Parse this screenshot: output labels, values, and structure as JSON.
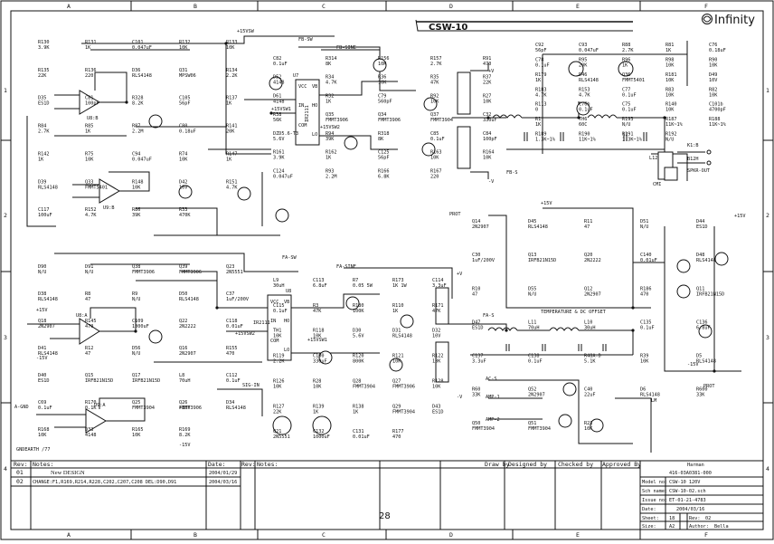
{
  "frame": {
    "columns": [
      "A",
      "B",
      "C",
      "D",
      "E",
      "F"
    ],
    "rows": [
      "1",
      "2",
      "3",
      "4"
    ]
  },
  "title_tab": "CSW-10",
  "brand": "Infinity",
  "section_labels": {
    "fb_sw": "FB-SW",
    "fb_sine": "FB-SINE",
    "fa_sw": "FA-SW",
    "fa_sine": "FA-SINE",
    "fb_s": "FB-S",
    "fa_s": "FA-S",
    "temp_dc": "TEMPERATURE & DC OFFSET",
    "cmi": "CMI",
    "spkr_out": "SPKR-OUT",
    "k1": "K1:B",
    "k1b": "B12H",
    "l12": "L12",
    "prot_left": "PROT",
    "prot_right": "PROT",
    "a_gnd": "A-GND",
    "gndearth": "GNDEARTH /77",
    "sig_in": "SIG-IN",
    "ac_s": "AC-S",
    "amp1": "AMP-1",
    "amp2": "AMP-2",
    "lm": "LM",
    "hv_rail": "+15VSW",
    "sw1": "+15VSW1",
    "sw2": "+15VSW2",
    "pos15": "+15V",
    "neg15": "-15V",
    "posv": "+V",
    "negv": "-V",
    "gnd_u": "U8:B",
    "ua": "U8:A",
    "u9a": "U9:A",
    "u9b": "U9:B",
    "ir1": "IR2111",
    "ir2": "IR2111",
    "u7": "U7",
    "u8": "U8"
  },
  "components": [
    {
      "ref": "R130",
      "val": "3.9K"
    },
    {
      "ref": "R131",
      "val": "1K"
    },
    {
      "ref": "C101",
      "val": "0.047uF"
    },
    {
      "ref": "R132",
      "val": "10K"
    },
    {
      "ref": "R133",
      "val": "10K"
    },
    {
      "ref": "R135",
      "val": "22K"
    },
    {
      "ref": "R136",
      "val": "220"
    },
    {
      "ref": "D36",
      "val": "RLS4148"
    },
    {
      "ref": "Q31",
      "val": "MPSW06"
    },
    {
      "ref": "R134",
      "val": "2.2K"
    },
    {
      "ref": "D35",
      "val": "ES1D"
    },
    {
      "ref": "C81",
      "val": "100pF"
    },
    {
      "ref": "R328",
      "val": "8.2K"
    },
    {
      "ref": "C105",
      "val": "56pF"
    },
    {
      "ref": "R137",
      "val": "1K"
    },
    {
      "ref": "R84",
      "val": "2.7K"
    },
    {
      "ref": "R85",
      "val": "1K"
    },
    {
      "ref": "R87",
      "val": "2.2M"
    },
    {
      "ref": "C80",
      "val": "0.18uF"
    },
    {
      "ref": "R141",
      "val": "20K"
    },
    {
      "ref": "R142",
      "val": "1K"
    },
    {
      "ref": "R75",
      "val": "10K"
    },
    {
      "ref": "C94",
      "val": "0.047uF"
    },
    {
      "ref": "R74",
      "val": "10K"
    },
    {
      "ref": "R147",
      "val": "1K"
    },
    {
      "ref": "D39",
      "val": "RLS4148"
    },
    {
      "ref": "Q33",
      "val": "FMMT5401"
    },
    {
      "ref": "R148",
      "val": "10K"
    },
    {
      "ref": "D42",
      "val": "10V"
    },
    {
      "ref": "R151",
      "val": "4.7K"
    },
    {
      "ref": "C117",
      "val": "100uF"
    },
    {
      "ref": "R152",
      "val": "4.7K"
    },
    {
      "ref": "R86",
      "val": "39K"
    },
    {
      "ref": "R33",
      "val": "470K"
    },
    {
      "ref": "C82",
      "val": "0.1uF"
    },
    {
      "ref": "R314",
      "val": "8K"
    },
    {
      "ref": "R156",
      "val": "10K"
    },
    {
      "ref": "R157",
      "val": "2.7K"
    },
    {
      "ref": "R91",
      "val": "470"
    },
    {
      "ref": "D52",
      "val": "4148"
    },
    {
      "ref": "R34",
      "val": "4.7K"
    },
    {
      "ref": "R36",
      "val": "10K"
    },
    {
      "ref": "R35",
      "val": "47K"
    },
    {
      "ref": "R37",
      "val": "22K"
    },
    {
      "ref": "D61",
      "val": "4148"
    },
    {
      "ref": "R32",
      "val": "1K"
    },
    {
      "ref": "C79",
      "val": "560pF"
    },
    {
      "ref": "R92",
      "val": "10K"
    },
    {
      "ref": "R27",
      "val": "10K"
    },
    {
      "ref": "R38",
      "val": "56K"
    },
    {
      "ref": "Q35",
      "val": "FMMT3906"
    },
    {
      "ref": "Q34",
      "val": "FMMT3906"
    },
    {
      "ref": "Q37",
      "val": "FMMT3904"
    },
    {
      "ref": "C32",
      "val": "330uF"
    },
    {
      "ref": "DZD5.6-T3",
      "val": "5.6V"
    },
    {
      "ref": "R94",
      "val": "39K"
    },
    {
      "ref": "R318",
      "val": "8K"
    },
    {
      "ref": "C85",
      "val": "0.1uF"
    },
    {
      "ref": "C84",
      "val": "100pF"
    },
    {
      "ref": "R161",
      "val": "3.9K"
    },
    {
      "ref": "R162",
      "val": "1K"
    },
    {
      "ref": "C125",
      "val": "56pF"
    },
    {
      "ref": "R163",
      "val": "10K"
    },
    {
      "ref": "R164",
      "val": "10K"
    },
    {
      "ref": "C124",
      "val": "0.047uF"
    },
    {
      "ref": "R93",
      "val": "2.2M"
    },
    {
      "ref": "R166",
      "val": "6.8K"
    },
    {
      "ref": "R167",
      "val": "220"
    },
    {
      "ref": "C92",
      "val": "56pF"
    },
    {
      "ref": "C93",
      "val": "0.047uF"
    },
    {
      "ref": "R88",
      "val": "2.7K"
    },
    {
      "ref": "R81",
      "val": "1K"
    },
    {
      "ref": "C76",
      "val": "0.18uF"
    },
    {
      "ref": "C78",
      "val": "0.1uF"
    },
    {
      "ref": "R95",
      "val": "20K"
    },
    {
      "ref": "R96",
      "val": "1K"
    },
    {
      "ref": "R98",
      "val": "10K"
    },
    {
      "ref": "R90",
      "val": "10K"
    },
    {
      "ref": "R179",
      "val": "1K"
    },
    {
      "ref": "D46",
      "val": "RLS4148"
    },
    {
      "ref": "Q36",
      "val": "FMMT5401"
    },
    {
      "ref": "R181",
      "val": "10K"
    },
    {
      "ref": "D49",
      "val": "10V"
    },
    {
      "ref": "R183",
      "val": "4.7K"
    },
    {
      "ref": "R153",
      "val": "4.7K"
    },
    {
      "ref": "C77",
      "val": "0.1uF"
    },
    {
      "ref": "R83",
      "val": "10K"
    },
    {
      "ref": "R82",
      "val": "10K"
    },
    {
      "ref": "R113",
      "val": "0"
    },
    {
      "ref": "C76b",
      "val": "0.1uF"
    },
    {
      "ref": "C75",
      "val": "0.1uF"
    },
    {
      "ref": "R140",
      "val": "10K"
    },
    {
      "ref": "C101b",
      "val": "4700pF"
    },
    {
      "ref": "R1",
      "val": "1K"
    },
    {
      "ref": "TH6",
      "val": "60C"
    },
    {
      "ref": "R193",
      "val": "N/U"
    },
    {
      "ref": "R187",
      "val": "11K~1%"
    },
    {
      "ref": "R188",
      "val": "11K~1%"
    },
    {
      "ref": "R189",
      "val": "1.3K~1%"
    },
    {
      "ref": "R190",
      "val": "11K~1%"
    },
    {
      "ref": "R191",
      "val": "1.3K~1%"
    },
    {
      "ref": "R192",
      "val": "N/U"
    },
    {
      "ref": "D90",
      "val": "N/U"
    },
    {
      "ref": "D91",
      "val": "N/U"
    },
    {
      "ref": "Q38",
      "val": "FMMT3906"
    },
    {
      "ref": "Q39",
      "val": "FMMT3906"
    },
    {
      "ref": "Q23",
      "val": "2N5551"
    },
    {
      "ref": "D38",
      "val": "RLS4148"
    },
    {
      "ref": "R8",
      "val": "47"
    },
    {
      "ref": "R9",
      "val": "N/U"
    },
    {
      "ref": "D50",
      "val": "RLS4148"
    },
    {
      "ref": "C37",
      "val": "1uF/200V"
    },
    {
      "ref": "Q18",
      "val": "2N2907"
    },
    {
      "ref": "R145",
      "val": "470"
    },
    {
      "ref": "C109",
      "val": "1000uF"
    },
    {
      "ref": "Q22",
      "val": "2N2222"
    },
    {
      "ref": "C118",
      "val": "0.01uF"
    },
    {
      "ref": "D41",
      "val": "RLS4148"
    },
    {
      "ref": "R12",
      "val": "47"
    },
    {
      "ref": "D56",
      "val": "N/U"
    },
    {
      "ref": "Q16",
      "val": "2N2907"
    },
    {
      "ref": "R155",
      "val": "470"
    },
    {
      "ref": "D40",
      "val": "ES1D"
    },
    {
      "ref": "Q15",
      "val": "IRFB21N15D"
    },
    {
      "ref": "Q17",
      "val": "IRFB21N15D"
    },
    {
      "ref": "L8",
      "val": "70uH"
    },
    {
      "ref": "C112",
      "val": "0.1uF"
    },
    {
      "ref": "C69",
      "val": "0.1uF"
    },
    {
      "ref": "R170",
      "val": "0.1K"
    },
    {
      "ref": "Q25",
      "val": "FMMT3904"
    },
    {
      "ref": "Q26",
      "val": "FMMT3906"
    },
    {
      "ref": "D34",
      "val": "RLS4148"
    },
    {
      "ref": "R168",
      "val": "10K"
    },
    {
      "ref": "D33",
      "val": "4148"
    },
    {
      "ref": "R165",
      "val": "10K"
    },
    {
      "ref": "R169",
      "val": "8.2K"
    },
    {
      "ref": "L9",
      "val": "30uH"
    },
    {
      "ref": "C113",
      "val": "6.8uF"
    },
    {
      "ref": "R7",
      "val": "0.05 5W"
    },
    {
      "ref": "R173",
      "val": "1K 1W"
    },
    {
      "ref": "C114",
      "val": "3.3uF"
    },
    {
      "ref": "C115",
      "val": "0.1uF"
    },
    {
      "ref": "R3",
      "val": "47K"
    },
    {
      "ref": "R180",
      "val": "100K"
    },
    {
      "ref": "R110",
      "val": "1K"
    },
    {
      "ref": "R171",
      "val": "47K"
    },
    {
      "ref": "TH1",
      "val": "10K"
    },
    {
      "ref": "R118",
      "val": "10K"
    },
    {
      "ref": "D30",
      "val": "5.6V"
    },
    {
      "ref": "D31",
      "val": "RLS4148"
    },
    {
      "ref": "D32",
      "val": "10V"
    },
    {
      "ref": "R119",
      "val": "2.2K"
    },
    {
      "ref": "C100",
      "val": "330uF"
    },
    {
      "ref": "R120",
      "val": "800K"
    },
    {
      "ref": "R121",
      "val": "10K"
    },
    {
      "ref": "R122",
      "val": "10K"
    },
    {
      "ref": "R126",
      "val": "10K"
    },
    {
      "ref": "R28",
      "val": "10K"
    },
    {
      "ref": "Q28",
      "val": "FMMT3904"
    },
    {
      "ref": "Q27",
      "val": "FMMT3906"
    },
    {
      "ref": "R128",
      "val": "10K"
    },
    {
      "ref": "R127",
      "val": "22K"
    },
    {
      "ref": "R139",
      "val": "1K"
    },
    {
      "ref": "R138",
      "val": "1K"
    },
    {
      "ref": "Q29",
      "val": "FMMT3904"
    },
    {
      "ref": "D43",
      "val": "ES1D"
    },
    {
      "ref": "Q21",
      "val": "2N5551"
    },
    {
      "ref": "C132",
      "val": "1000uF"
    },
    {
      "ref": "C131",
      "val": "0.01uF"
    },
    {
      "ref": "R177",
      "val": "470"
    },
    {
      "ref": "Q14",
      "val": "2N2907"
    },
    {
      "ref": "D45",
      "val": "RLS4148"
    },
    {
      "ref": "R11",
      "val": "47"
    },
    {
      "ref": "D51",
      "val": "N/U"
    },
    {
      "ref": "D44",
      "val": "ES1D"
    },
    {
      "ref": "C30",
      "val": "1uF/200V"
    },
    {
      "ref": "Q13",
      "val": "IRFB21N15D"
    },
    {
      "ref": "Q20",
      "val": "2N2222"
    },
    {
      "ref": "C140",
      "val": "0.01uF"
    },
    {
      "ref": "D48",
      "val": "RLS4148"
    },
    {
      "ref": "R10",
      "val": "47"
    },
    {
      "ref": "D55",
      "val": "N/U"
    },
    {
      "ref": "Q12",
      "val": "2N2907"
    },
    {
      "ref": "R186",
      "val": "470"
    },
    {
      "ref": "Q11",
      "val": "IRFB21N15D"
    },
    {
      "ref": "D47",
      "val": "ES1D"
    },
    {
      "ref": "L11",
      "val": "70uH"
    },
    {
      "ref": "L10",
      "val": "30uH"
    },
    {
      "ref": "C135",
      "val": "0.1uF"
    },
    {
      "ref": "C136",
      "val": "6.8uF"
    },
    {
      "ref": "C137",
      "val": "3.3uF"
    },
    {
      "ref": "C138",
      "val": "0.1uF"
    },
    {
      "ref": "R48A-D",
      "val": "5.1K"
    },
    {
      "ref": "R39",
      "val": "10K"
    },
    {
      "ref": "D5",
      "val": "RLS4148"
    },
    {
      "ref": "R60",
      "val": "33K"
    },
    {
      "ref": "Q52",
      "val": "2N2907"
    },
    {
      "ref": "C40",
      "val": "22uF"
    },
    {
      "ref": "D6",
      "val": "RLS4148"
    },
    {
      "ref": "R600",
      "val": "33K"
    },
    {
      "ref": "Q50",
      "val": "FMMT3904"
    },
    {
      "ref": "Q51",
      "val": "FMMT3904"
    },
    {
      "ref": "R23",
      "val": "10K"
    }
  ],
  "revision_table": {
    "headers": {
      "rev": "Rev:",
      "notes": "Notes:",
      "date": "Date:",
      "rev2": "Rev:",
      "notes2": "Notes:",
      "date2": "Date:"
    },
    "rows": [
      {
        "rev": "01",
        "notes": "New DESIGN",
        "date": "2004/01/29"
      },
      {
        "rev": "02",
        "notes": "CHANGE:F1,R169,R214,R228,C202,C207,C208  DEL:D90,D91",
        "date": "2004/03/16"
      }
    ]
  },
  "signoff": {
    "draw_by": "Draw by",
    "designed_by": "Designed by",
    "checked_by": "Checked by",
    "approved_by": "Approved By"
  },
  "page_number": "28",
  "title_block": {
    "company": "Harman",
    "part_no": "416-03A0381-000",
    "model_label": "Model no:",
    "model": "CSW-10 120V",
    "sch_label": "Sch name:",
    "sch": "CSW-10-02.sch",
    "issue_label": "Issue no:",
    "issue": "ET-01-21-4783",
    "date_label": "Date:",
    "date": "2004/03/16",
    "sheet_label": "Sheet:",
    "sheet": "18",
    "rev_label": "Rev:",
    "rev": "02",
    "size_label": "Size:",
    "size": "A2",
    "author_label": "Author:",
    "author": "Bella"
  }
}
